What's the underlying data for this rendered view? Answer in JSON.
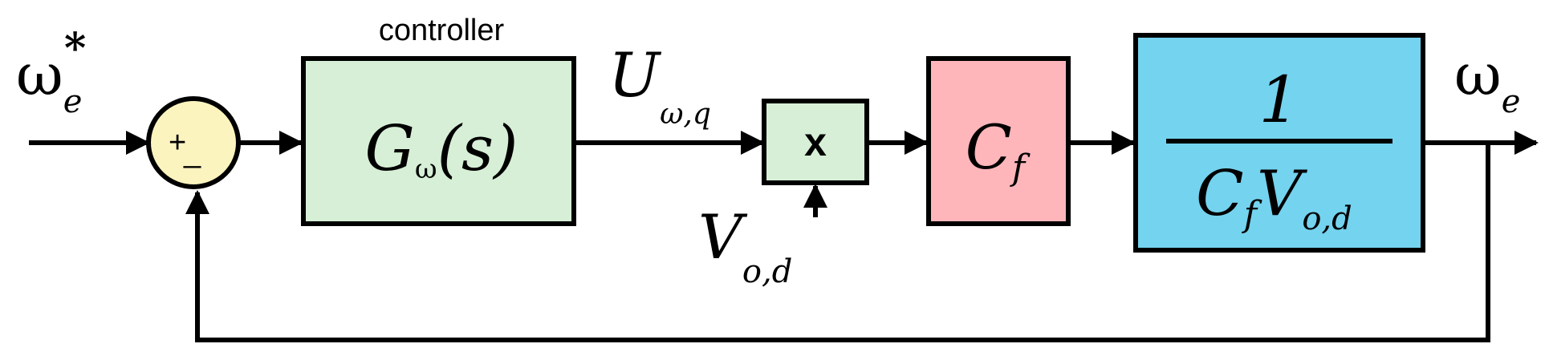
{
  "input_signal": {
    "base": "ω",
    "sub": "e",
    "sup": "*"
  },
  "summing_junction": {
    "plus": "+",
    "minus": "_"
  },
  "controller": {
    "label": "controller",
    "tf_base": "G",
    "tf_sub": "ω",
    "tf_arg": "(s)"
  },
  "controller_output": {
    "base": "U",
    "sub": "ω,q"
  },
  "multiplier": {
    "symbol": "x"
  },
  "multiplier_input": {
    "base": "V",
    "sub": "o,d"
  },
  "gain_block": {
    "base": "C",
    "sub": "f"
  },
  "plant_block": {
    "numerator": "1",
    "den_c": "C",
    "den_c_sub": "f",
    "den_v": "V",
    "den_v_sub": "o,d"
  },
  "output_signal": {
    "base": "ω",
    "sub": "e"
  },
  "colors": {
    "summer_fill": "#fcf4bf",
    "controller_fill": "#d6efd6",
    "multiplier_fill": "#d6efd6",
    "gain_fill": "#ffb6bb",
    "plant_fill": "#74d3ef",
    "stroke": "#000000"
  }
}
